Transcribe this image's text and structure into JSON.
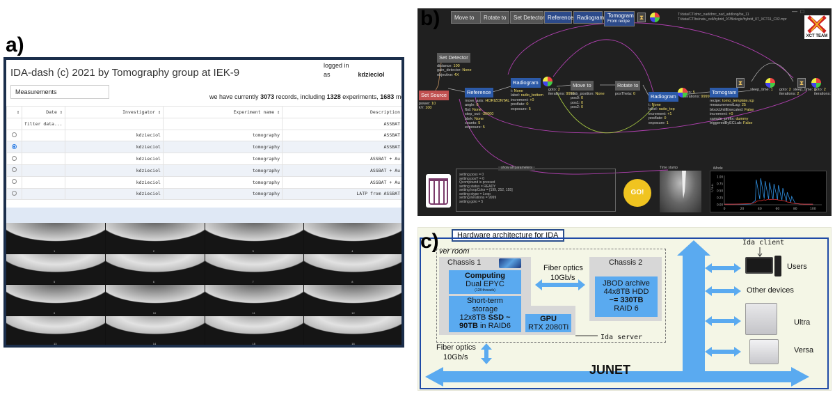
{
  "panel_labels": {
    "a": "a)",
    "b": "b)",
    "c": "c)"
  },
  "panel_a": {
    "title": "IDA-dash (c) 2021 by Tomography group at IEK-9",
    "login": {
      "line1": "logged in",
      "as": "as",
      "user": "kdzieciol"
    },
    "measurements_label": "Measurements",
    "records": {
      "prefix": "we have currently",
      "total": "3073",
      "mid": "records, including",
      "experiments": "1328",
      "mid2": "experiments,",
      "count3": "1683",
      "suffix": "measu"
    },
    "columns": [
      "Date",
      "Investigator",
      "Experiment name",
      "Description"
    ],
    "filter_placeholder": "filter data...",
    "filter_desc": "ASSBAT",
    "rows": [
      {
        "investigator": "kdzieciol",
        "experiment": "tomography",
        "description": "ASSBAT"
      },
      {
        "investigator": "kdzieciol",
        "experiment": "tomography",
        "description": "ASSBAT"
      },
      {
        "investigator": "kdzieciol",
        "experiment": "tomography",
        "description": "ASSBAT + Au"
      },
      {
        "investigator": "kdzieciol",
        "experiment": "tomography",
        "description": "ASSBAT + Au"
      },
      {
        "investigator": "kdzieciol",
        "experiment": "tomography",
        "description": "ASSBAT + Au"
      },
      {
        "investigator": "kdzieciol",
        "experiment": "tomography",
        "description": "LATP from ASSBAT"
      }
    ],
    "tile_numbers": [
      "1",
      "2",
      "3",
      "4",
      "5",
      "6",
      "7",
      "8",
      "9",
      "10",
      "11",
      "12",
      "13",
      "14",
      "15",
      "16"
    ]
  },
  "panel_b": {
    "toolbar": [
      "Move to",
      "Rotate to",
      "Set Detector",
      "Reference",
      "Radiogram",
      "Tomogram"
    ],
    "toolbar_extra": "From recipe",
    "paths": [
      "T:/data/CT/dmc_nad/dmc_nad_addlong/be_11",
      "T:/data/CT/bs/natu_cell/hybrid_07/Biologic/hybrid_07_XCT11_C02.mpr"
    ],
    "logo": "XCT TEAM",
    "nodes": {
      "set_detector": {
        "title": "Set Detector",
        "lines": [
          [
            "distance:",
            "100"
          ],
          [
            "gain_detector:",
            "None"
          ],
          [
            "objective:",
            "4X"
          ]
        ]
      },
      "set_source": {
        "title": "Set Source",
        "lines": [
          [
            "power:",
            "10"
          ],
          [
            "kV:",
            "100"
          ]
        ]
      },
      "reference": {
        "title": "Reference",
        "lines": [
          [
            "move_axis:",
            "HORIZONTAL"
          ],
          [
            "angle:",
            "0"
          ],
          [
            "fbd:",
            "None"
          ],
          [
            "step_out:",
            "-30000"
          ],
          [
            "bbrk:",
            "None"
          ],
          [
            "counts:",
            "5"
          ],
          [
            "exposure:",
            "5"
          ]
        ]
      },
      "radiogram1": {
        "title": "Radiogram",
        "lines": [
          [
            "t:",
            "None"
          ],
          [
            "label:",
            "radio_bottom"
          ],
          [
            "increment:",
            "+0"
          ],
          [
            "posflate:",
            "0"
          ],
          [
            "exposure:",
            "5"
          ]
        ]
      },
      "goto1": {
        "lines": [
          [
            "goto:",
            "2"
          ],
          [
            "iterations:",
            "9999"
          ]
        ]
      },
      "move_to": {
        "title": "Move to",
        "lines": [
          [
            "stab_position:",
            "None"
          ],
          [
            "pos0:",
            "0"
          ],
          [
            "pos1:",
            "0"
          ],
          [
            "pos2:",
            "0"
          ]
        ]
      },
      "rotate_to": {
        "title": "Rotate to",
        "lines": [
          [
            "posTheta:",
            "0"
          ]
        ]
      },
      "radiogram2": {
        "title": "Radiogram",
        "lines": [
          [
            "t:",
            "None"
          ],
          [
            "label:",
            "radio_top"
          ],
          [
            "increment:",
            "+1"
          ],
          [
            "posflate:",
            "0"
          ],
          [
            "exposure:",
            "1"
          ]
        ]
      },
      "goto2": {
        "lines": [
          [
            "goto:",
            "5"
          ],
          [
            "iterations:",
            "9999"
          ]
        ]
      },
      "tomogram": {
        "title": "Tomogram",
        "lines": [
          [
            "recipe:",
            "tomo_template.rcp"
          ],
          [
            "measurementLag:",
            "25"
          ],
          [
            "blockUntilExecuted:",
            "False"
          ],
          [
            "increment:",
            "+0"
          ],
          [
            "sample_prefix:",
            "dummy"
          ],
          [
            "triggeredByECLab:",
            "False"
          ]
        ]
      },
      "sleep1": {
        "lines": [
          [
            "sleep_time:",
            "1"
          ]
        ]
      },
      "goto3": {
        "lines": [
          [
            "goto:",
            "2"
          ],
          [
            "iterations:",
            "2"
          ]
        ]
      },
      "sleep2": {
        "lines": [
          [
            "sleep_time:",
            "1"
          ]
        ]
      },
      "goto4": {
        "lines": [
          [
            "goto:",
            "2"
          ],
          [
            "iterations:",
            ""
          ]
        ]
      }
    },
    "params_title": "show all parameters",
    "params": [
      "setting posx = 0",
      "setting posY = 0",
      "Qcompound is pressed",
      "setting status = READY",
      "setting loopColor = [199, 252, 155]",
      "setting stype = Loop",
      "setting iterations = 9999",
      "setting goto = 5"
    ],
    "go_label": "GO!",
    "image_label": "Time stamp",
    "plot_label": "iMode",
    "plot_ylabel": "I / a.u.",
    "chart_data": {
      "type": "line",
      "x": [
        0,
        10,
        20,
        30,
        35,
        36,
        40,
        41,
        45,
        46,
        50,
        51,
        55,
        56,
        60,
        61,
        65,
        66,
        70,
        71,
        75,
        76,
        80,
        85,
        90,
        100
      ],
      "series": [
        {
          "values": [
            0.02,
            0.02,
            0.02,
            0.03,
            0.15,
            0.9,
            0.2,
            0.95,
            0.22,
            0.85,
            0.2,
            0.8,
            0.18,
            0.75,
            0.18,
            0.7,
            0.16,
            0.6,
            0.12,
            0.45,
            0.1,
            0.3,
            0.05,
            0.03,
            0.02,
            0.02
          ]
        },
        {
          "values": [
            0.02,
            0.02,
            0.03,
            0.04,
            0.08,
            0.12,
            0.15,
            0.14,
            0.18,
            0.16,
            0.2,
            0.18,
            0.2,
            0.19,
            0.18,
            0.17,
            0.16,
            0.15,
            0.12,
            0.1,
            0.08,
            0.06,
            0.04,
            0.03,
            0.02,
            0.02
          ]
        }
      ],
      "x_ticks": [
        "0",
        "20",
        "40",
        "60",
        "80",
        "100"
      ],
      "y_ticks": [
        "0.00",
        "0.25",
        "0.50",
        "0.75",
        "1.00"
      ],
      "xlim": [
        0,
        110
      ],
      "ylim": [
        0,
        1.05
      ],
      "colors": [
        "#2f8fe0",
        "#e03030"
      ]
    }
  },
  "panel_c": {
    "title": "Hardware architecture for IDA",
    "server_room": "ver room",
    "chassis1": "Chassis 1",
    "chassis2": "Chassis 2",
    "computing": "Computing",
    "cpu": "Dual EPYC",
    "cpu_sub": "(128 threads)",
    "storage_line1": "Short-term",
    "storage_line2": "storage",
    "storage_line3": "12x8TB",
    "storage_ssd": "SSD ~",
    "storage_line4": "90TB",
    "storage_line5": "in RAID6",
    "gpu": "GPU",
    "gpu_model": "RTX 2080Ti",
    "fiber_top1": "Fiber optics",
    "fiber_top2": "10Gb/s",
    "jbod1": "JBOD archive",
    "jbod2": "44x8TB HDD",
    "jbod3": "~= 330TB",
    "jbod4": "RAID 6",
    "ida_server": "Ida server",
    "ida_client": "Ida client",
    "fiber_bottom1": "Fiber optics",
    "fiber_bottom2": "10Gb/s",
    "junet": "JUNET",
    "devices": [
      "Users",
      "Other devices",
      "Ultra",
      "Versa"
    ]
  }
}
